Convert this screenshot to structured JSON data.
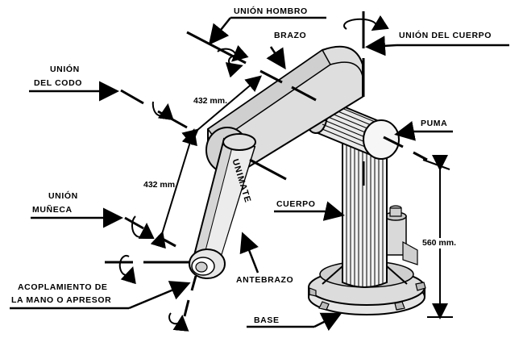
{
  "labels": {
    "shoulder_joint": "UNIÓN HOMBRO",
    "arm": "BRAZO",
    "body_joint": "UNIÓN DEL CUERPO",
    "elbow_joint_line1": "UNIÓN",
    "elbow_joint_line2": "DEL CODO",
    "puma": "PUMA",
    "wrist_joint_line1": "UNIÓN",
    "wrist_joint_line2": "MUÑECA",
    "body": "CUERPO",
    "hand_coupling_line1": "ACOPLAMIENTO DE",
    "hand_coupling_line2": "LA MANO O APRESOR",
    "forearm": "ANTEBRAZO",
    "base": "BASE",
    "forearm_brand": "UNIMATE"
  },
  "dimensions": {
    "arm_length": "432 mm.",
    "forearm_length": "432 mm.",
    "body_height": "560 mm."
  }
}
